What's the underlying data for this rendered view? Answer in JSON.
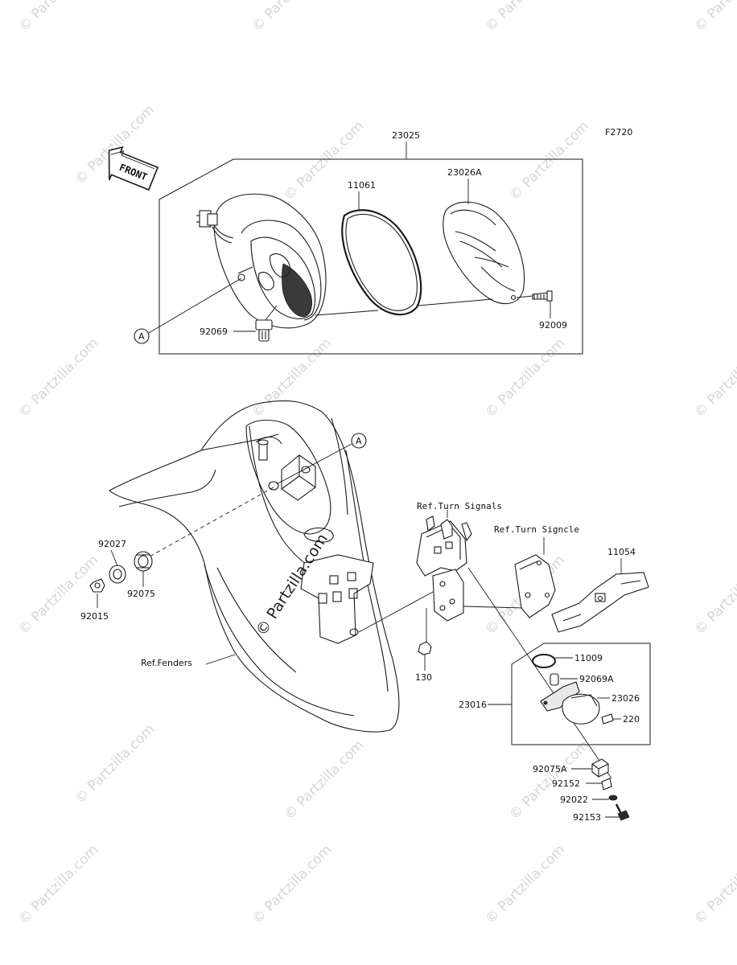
{
  "figure_code": "F2720",
  "front_label": "FRONT",
  "ref_a": "A",
  "center_watermark": "© Partzilla.com",
  "watermark_text": "© Partzilla.com",
  "labels": {
    "p23025": "23025",
    "p11061": "11061",
    "p23026A": "23026A",
    "p92009": "92009",
    "p92069": "92069",
    "ref_turn_signals": "Ref.Turn Signals",
    "ref_turn_signcle": "Ref.Turn Signcle",
    "p11054": "11054",
    "p92027": "92027",
    "p92075": "92075",
    "p92015": "92015",
    "ref_fenders": "Ref.Fenders",
    "p130": "130",
    "p11009": "11009",
    "p92069A": "92069A",
    "p23026": "23026",
    "p23016": "23016",
    "p220": "220",
    "p92075A": "92075A",
    "p92152": "92152",
    "p92022": "92022",
    "p92153": "92153"
  }
}
